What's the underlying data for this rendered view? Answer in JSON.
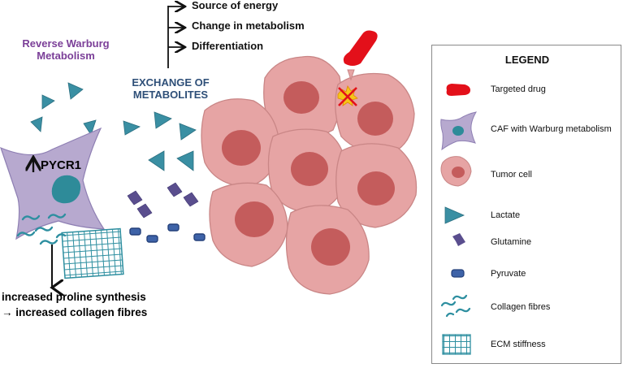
{
  "outcomes": [
    "Source of energy",
    "Change in metabolism",
    "Differentiation"
  ],
  "reverse_warburg": [
    "Reverse Warburg",
    "Metabolism"
  ],
  "exchange": [
    "EXCHANGE OF",
    "METABOLITES"
  ],
  "pycr_label": "PYCR1",
  "bottom_text": [
    "increased proline synthesis",
    "→ increased collagen fibres"
  ],
  "legend": {
    "title": "LEGEND",
    "items": [
      {
        "label": "Targeted drug",
        "icon": "drug-icon"
      },
      {
        "label": "CAF with Warburg metabolism",
        "icon": "caf-icon"
      },
      {
        "label": "Tumor cell",
        "icon": "tumor-cell-icon"
      },
      {
        "label": "Lactate",
        "icon": "lactate-icon"
      },
      {
        "label": "Glutamine",
        "icon": "glutamine-icon"
      },
      {
        "label": "Pyruvate",
        "icon": "pyruvate-icon"
      },
      {
        "label": "Collagen fibres",
        "icon": "collagen-icon"
      },
      {
        "label": "ECM stiffness",
        "icon": "ecm-icon"
      }
    ]
  },
  "colors": {
    "caf_fill": "#B7A9CF",
    "caf_nucleus": "#2E8B99",
    "tumor_fill": "#E6A4A4",
    "tumor_nucleus": "#C45C5C",
    "lactate": "#3A8FA3",
    "glutamine": "#5A4E8E",
    "pyruvate": "#3E63A8",
    "collagen": "#2E8FA0",
    "drug": "#E3101A",
    "purple_title": "#7B3F98",
    "navy_title": "#2E4F78"
  }
}
